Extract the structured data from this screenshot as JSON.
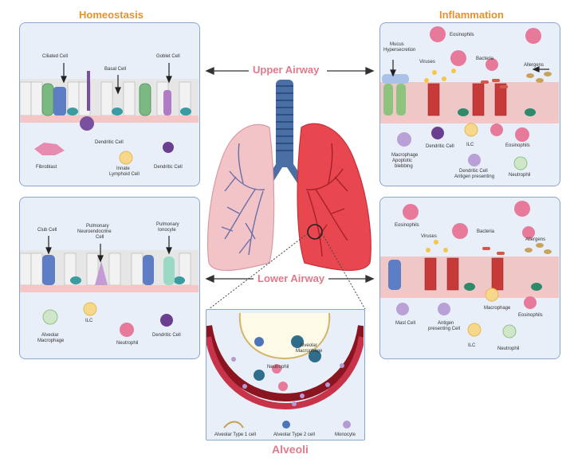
{
  "titles": {
    "homeostasis": "Homeostasis",
    "inflammation": "Inflammation",
    "upper_airway": "Upper Airway",
    "lower_airway": "Lower Airway",
    "alveoli": "Alveoli"
  },
  "upper_homeostasis": {
    "ciliated_cell": "Ciliated Cell",
    "basal_cell": "Basal Cell",
    "goblet_cell": "Goblet Cell",
    "dendritic_cell_mid": "Dendritic Cell",
    "fibroblast": "Fibroblast",
    "innate_lymphoid_1": "Innate",
    "innate_lymphoid_2": "Lymphoid Cell",
    "dendritic_cell": "Dendritic Cell"
  },
  "upper_inflammation": {
    "mucus_1": "Mucus",
    "mucus_2": "Hypersecretion",
    "eosinophils_top": "Eosinophils",
    "viruses": "Viruses",
    "bacteria": "Bacteria",
    "allergens": "Allergens",
    "macrophage_1": "Macrophage",
    "macrophage_2": "Apoptotic",
    "macrophage_3": "blebbing",
    "dendritic_cell": "Dendritic Cell",
    "ilc": "ILC",
    "eosinophils": "Eosinophils",
    "dendritic_ap_1": "Dendritic Cell",
    "dendritic_ap_2": "Antigen presenting",
    "neutrophil": "Neutrophil"
  },
  "lower_homeostasis": {
    "club_cell": "Club Cell",
    "pne_1": "Pulmonary",
    "pne_2": "Neuroendocrine",
    "pne_3": "Cell",
    "ionocyte_1": "Pulmonary",
    "ionocyte_2": "Ionocyte",
    "alveolar_mac_1": "Alveolar",
    "alveolar_mac_2": "Macrophage",
    "ilc": "ILC",
    "neutrophil": "Neutrophil",
    "dendritic_cell": "Dendritic Cell"
  },
  "lower_inflammation": {
    "eosinophils_top": "Eosinophils",
    "viruses": "Viruses",
    "bacteria": "Bacteria",
    "allergens": "Allergens",
    "mast_cell": "Mast Cell",
    "antigen_1": "Antigen",
    "antigen_2": "presenting Cell",
    "macrophage": "Macrophage",
    "ilc": "ILC",
    "neutrophil": "Neutrophil",
    "eosinophils": "Eosinophils"
  },
  "alveoli_panel": {
    "alveolar_mac_1": "Alveolar",
    "alveolar_mac_2": "Macrophage",
    "neutrophil": "Neutrophil",
    "type1": "Alveolar Type 1 cell",
    "type2": "Alveolar Type 2 cell",
    "monocyte": "Monocyte"
  },
  "colors": {
    "header_orange": "#e8922a",
    "airway_pink": "#e07a8a",
    "panel_border": "#8aa6cf",
    "panel_bg": "#e9eff9"
  }
}
